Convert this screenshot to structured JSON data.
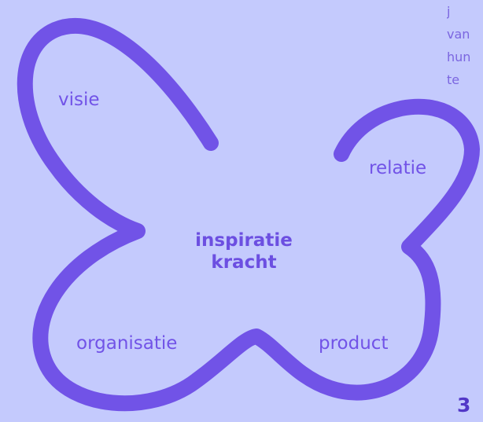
{
  "diagram": {
    "labels": {
      "visie": "visie",
      "relatie": "relatie",
      "organisatie": "organisatie",
      "product": "product"
    },
    "center": {
      "line1": "inspiratie",
      "line2": "kracht"
    }
  },
  "side_text": {
    "lines": [
      "j",
      "van",
      "hun",
      "te"
    ]
  },
  "page_number": "3",
  "colors": {
    "background": "#c4cafd",
    "outline": "#7153e7",
    "text_accent": "#6c4fe1"
  }
}
